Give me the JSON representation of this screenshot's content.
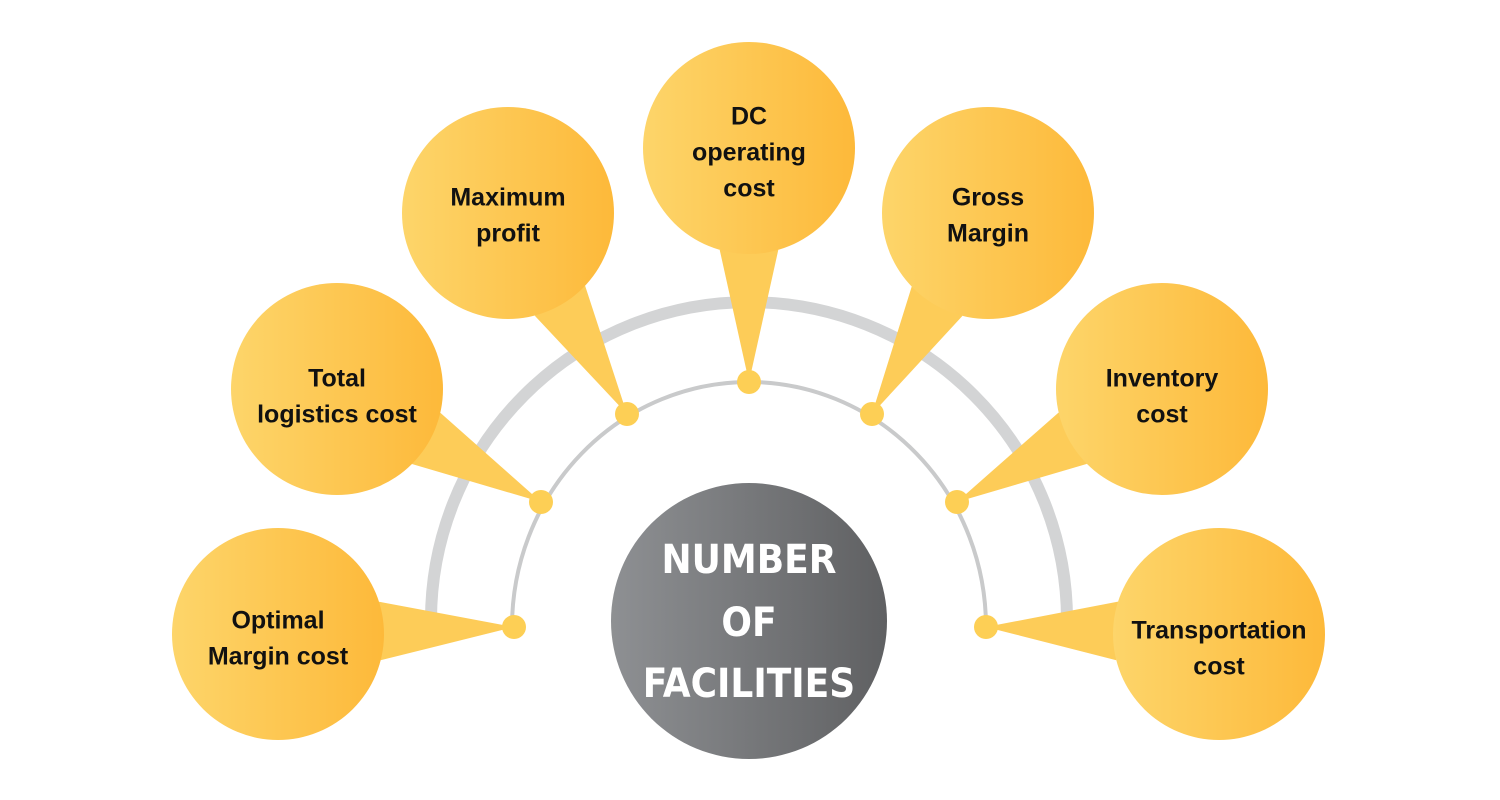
{
  "center": {
    "lines": [
      "NUMBER",
      "OF",
      "FACILITIES"
    ]
  },
  "colors": {
    "bubble_light": "#fdd56a",
    "bubble_dark": "#fdb93a",
    "dot": "#fdcf55",
    "center_light": "#8e9093",
    "center_dark": "#5f6062",
    "arc_outer": "#d3d4d5",
    "arc_inner": "#c9cacb"
  },
  "nodes": [
    {
      "id": "optimal-margin-cost",
      "lines": [
        "Optimal",
        "Margin cost"
      ]
    },
    {
      "id": "total-logistics-cost",
      "lines": [
        "Total",
        "logistics cost"
      ]
    },
    {
      "id": "maximum-profit",
      "lines": [
        "Maximum",
        "profit"
      ]
    },
    {
      "id": "dc-operating-cost",
      "lines": [
        "DC",
        "operating",
        "cost"
      ]
    },
    {
      "id": "gross-margin",
      "lines": [
        "Gross",
        "Margin"
      ]
    },
    {
      "id": "inventory-cost",
      "lines": [
        "Inventory",
        "cost"
      ]
    },
    {
      "id": "transportation-cost",
      "lines": [
        "Transportation",
        "cost"
      ]
    }
  ]
}
